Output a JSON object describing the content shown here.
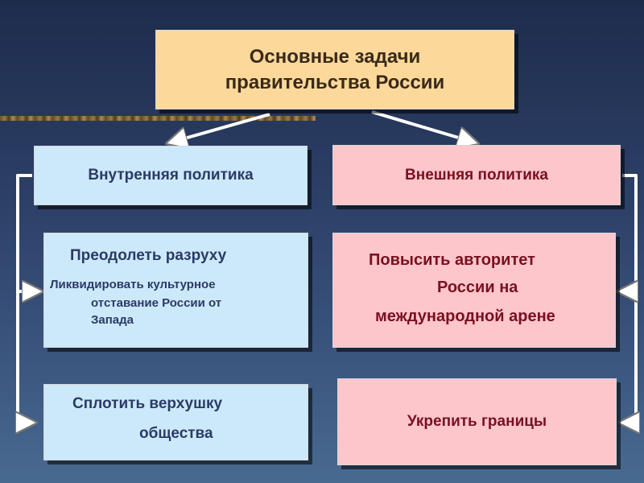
{
  "title": {
    "line1": "Основные задачи",
    "line2": "правительства России"
  },
  "internal": {
    "heading": "Внутренняя политика",
    "tasks": {
      "line1": "Преодолеть разруху",
      "line2": "Ликвидировать культурное",
      "line3": "отставание  России от",
      "line4": "Запада"
    },
    "unite": {
      "line1": "Сплотить верхушку",
      "line2": "общества"
    }
  },
  "external": {
    "heading": "Внешняя политика",
    "authority": {
      "line1": "Повысить авторитет",
      "line2": "России на",
      "line3": "международной арене"
    },
    "borders": "Укрепить границы"
  },
  "colors": {
    "title_box": "#fcd99a",
    "internal_box": "#cce9fa",
    "external_box": "#fcc6cb",
    "internal_text": "#2b3a66",
    "external_text": "#7a1020",
    "connector": "#ffffff"
  }
}
